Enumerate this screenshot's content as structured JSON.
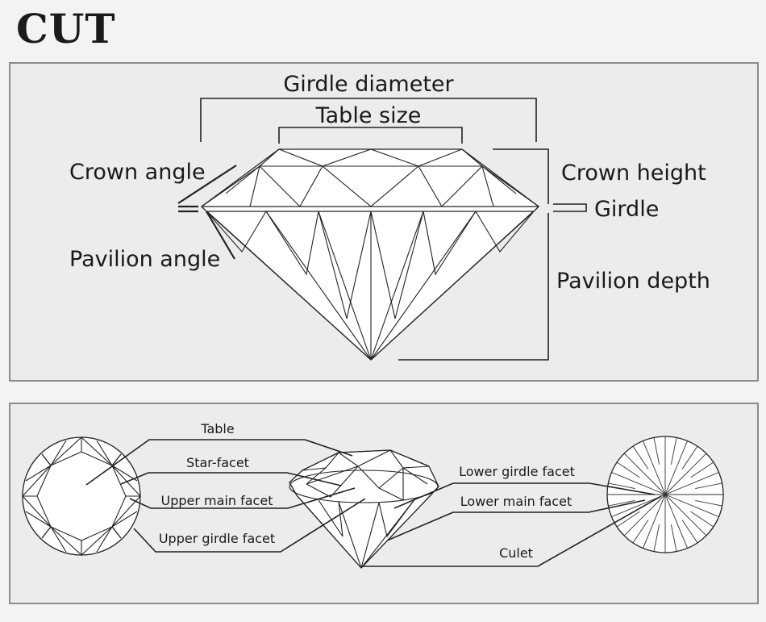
{
  "title": "CUT",
  "side_view_labels": {
    "girdle_diameter": "Girdle diameter",
    "table_size": "Table size",
    "crown_angle": "Crown angle",
    "pavilion_angle": "Pavilion angle",
    "crown_height": "Crown height",
    "girdle": "Girdle",
    "pavilion_depth": "Pavilion depth"
  },
  "facet_labels": {
    "table": "Table",
    "star_facet": "Star-facet",
    "upper_main_facet": "Upper main facet",
    "upper_girdle_facet": "Upper girdle facet",
    "lower_girdle_facet": "Lower girdle facet",
    "lower_main_facet": "Lower main facet",
    "culet": "Culet"
  }
}
